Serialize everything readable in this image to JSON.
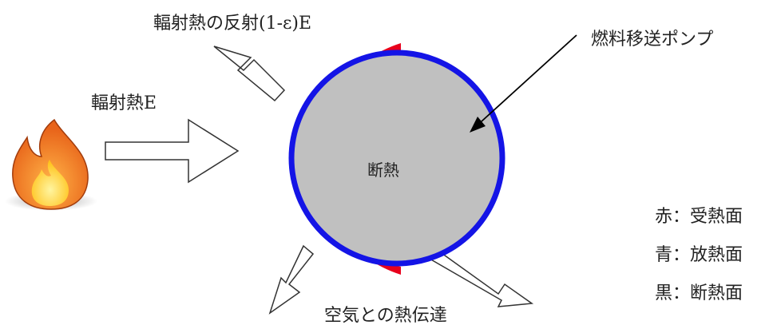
{
  "labels": {
    "reflected": "輻射熱の反射(1-ε)E",
    "radiant": "輻射熱E",
    "pump": "燃料移送ポンプ",
    "insulation": "断熱",
    "convection": "空気との熱伝達"
  },
  "legend": {
    "items": [
      {
        "text": "赤：受熱面",
        "color": "#e8001c"
      },
      {
        "text": "青：放熱面",
        "color": "#1414e6"
      },
      {
        "text": "黒：断熱面",
        "color": "#000000"
      }
    ]
  },
  "colors": {
    "heat_receiving": "#e8001c",
    "heat_radiating": "#1414e6",
    "tank_fill": "#c0c0c0",
    "flame_outer": "#f0851c",
    "flame_inner": "#ffd23a"
  },
  "icons": {
    "source": "flame-icon"
  }
}
